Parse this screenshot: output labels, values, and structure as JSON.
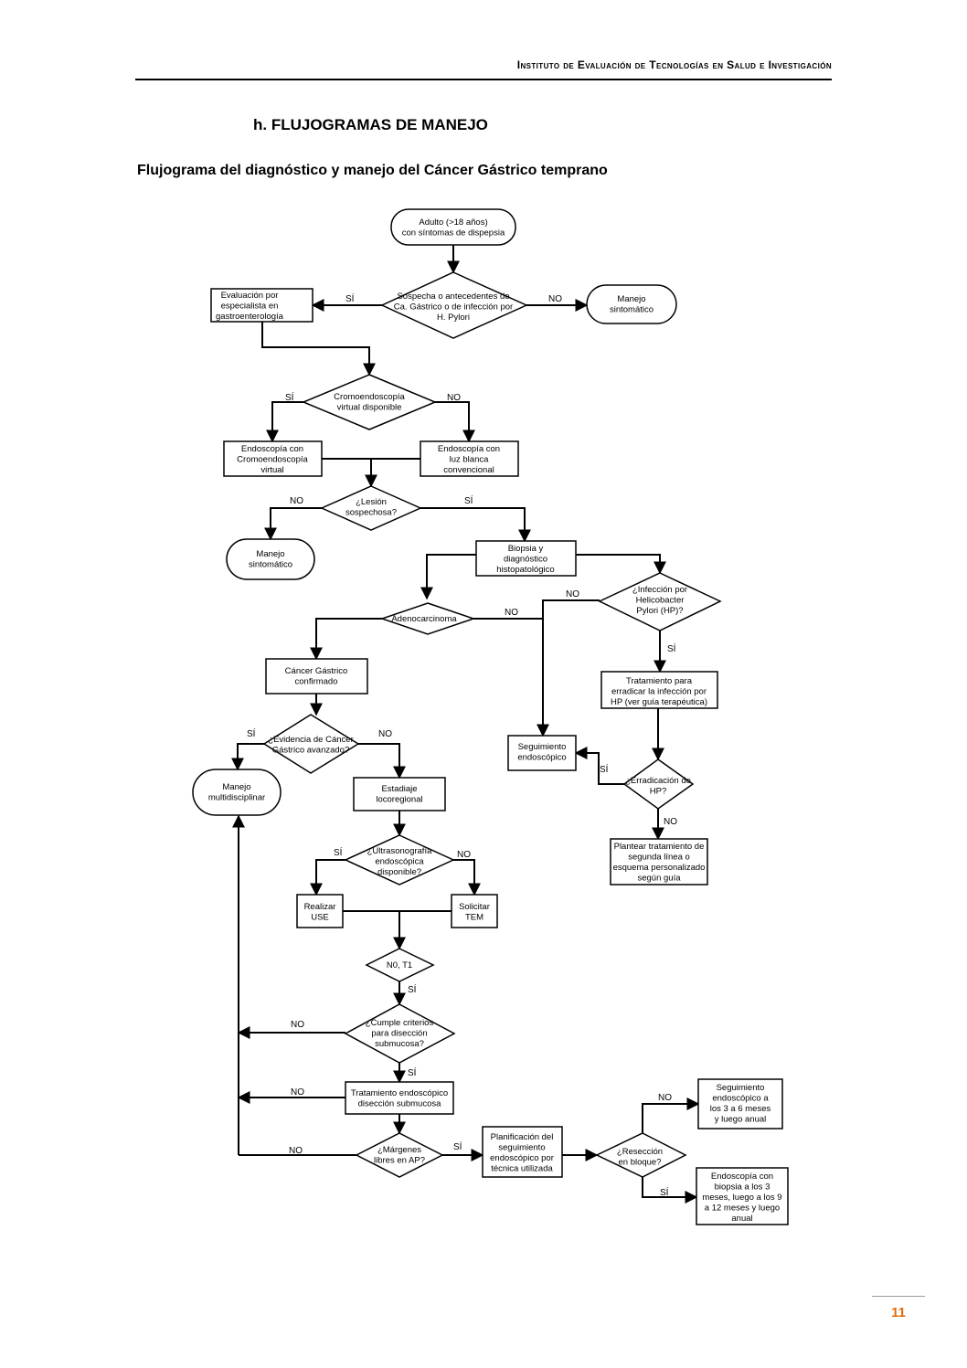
{
  "header": {
    "institute": "Instituto de Evaluación de Tecnologías en Salud e Investigación",
    "section": "h.  FLUJOGRAMAS DE MANEJO",
    "chart_title": "Flujograma del diagnóstico y manejo del Cáncer Gástrico temprano"
  },
  "page_number": "11",
  "flowchart": {
    "nodes": {
      "n_adulto": [
        "Adulto (>18 años)",
        "con síntomas de dispepsia"
      ],
      "n_sospecha": [
        "Sospecha o antecedentes de",
        "Ca. Gástrico o de infección por",
        "H. Pylori"
      ],
      "n_especialista": [
        "Evaluación por",
        "especialista en",
        "gastroenterología"
      ],
      "n_manejo1": [
        "Manejo",
        "sintomático"
      ],
      "n_cromo_dec": [
        "Cromoendoscopía",
        "virtual disponible"
      ],
      "n_endo_cromo": [
        "Endoscopía con",
        "Cromoendoscopía",
        "virtual"
      ],
      "n_endo_luz": [
        "Endoscopía con",
        "luz blanca",
        "convencional"
      ],
      "n_lesion": [
        "¿Lesión",
        "sospechosa?"
      ],
      "n_manejo2": [
        "Manejo",
        "sintomático"
      ],
      "n_biopsia": [
        "Biopsia y",
        "diagnóstico",
        "histopatológico"
      ],
      "n_adeno": [
        "Adenocarcinoma"
      ],
      "n_hp": [
        "¿Infección por",
        "Helicobacter",
        "Pylori (HP)?"
      ],
      "n_confirmado": [
        "Cáncer Gástrico",
        "confirmado"
      ],
      "n_tratamiento_hp": [
        "Tratamiento para",
        "erradicar la infección por",
        "HP (ver guía terapéutica)"
      ],
      "n_evidencia": [
        "¿Evidencia de Cáncer",
        "Gástrico avanzado?"
      ],
      "n_seguimiento": [
        "Seguimiento",
        "endoscópico"
      ],
      "n_erradicacion": [
        "¿Erradicación de",
        "HP?"
      ],
      "n_multi": [
        "Manejo",
        "multidisciplinar"
      ],
      "n_estadiaje": [
        "Estadiaje",
        "locoregional"
      ],
      "n_segunda": [
        "Plantear tratamiento de",
        "segunda línea o",
        "esquema personalizado",
        "según guía"
      ],
      "n_ultra": [
        "¿Ultrasonografía",
        "endoscópica",
        "disponible?"
      ],
      "n_use": [
        "Realizar",
        "USE"
      ],
      "n_tem": [
        "Solicitar",
        "TEM"
      ],
      "n_t1": [
        "N0, T1"
      ],
      "n_criterios": [
        "¿Cumple criterios",
        "para disección",
        "submucosa?"
      ],
      "n_tratamiento_endo": [
        "Tratamiento endoscópico",
        "disección submucosa"
      ],
      "n_margenes": [
        "¿Márgenes",
        "libres en AP?"
      ],
      "n_planificacion": [
        "Planificación del",
        "seguimiento",
        "endoscópico por",
        "técnica utilizada"
      ],
      "n_reseccion": [
        "¿Resección",
        "en bloque?"
      ],
      "n_seg36": [
        "Seguimiento",
        "endoscópico a",
        "los 3 a 6 meses",
        "y luego anual"
      ],
      "n_endo_biopsia": [
        "Endoscopía con",
        "biopsia a los 3",
        "meses, luego a los 9",
        "a 12 meses y luego",
        "anual"
      ]
    },
    "edge_labels": {
      "yes": "SÍ",
      "no": "NO"
    }
  }
}
